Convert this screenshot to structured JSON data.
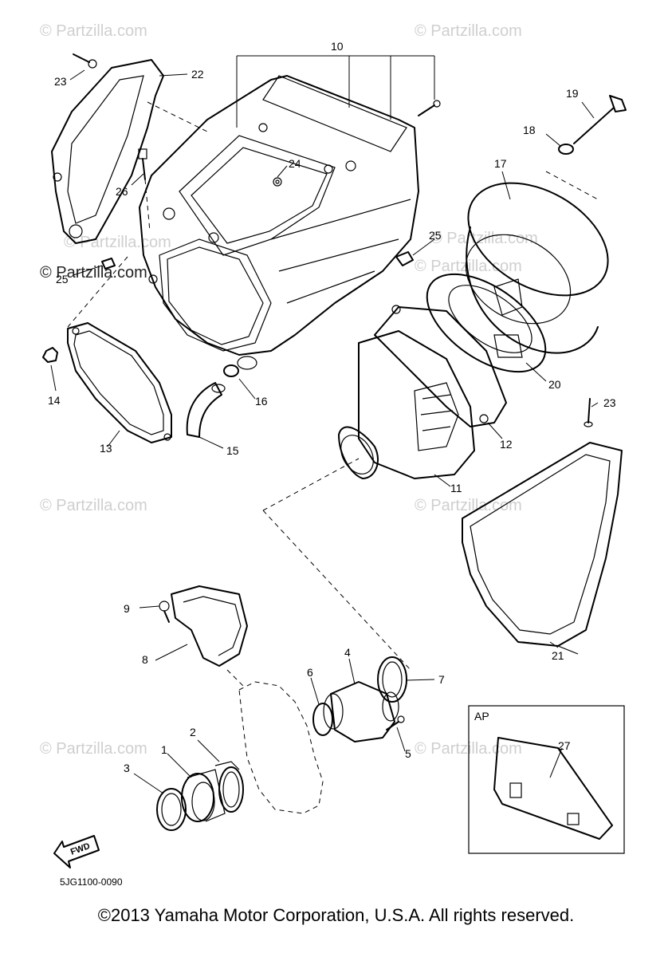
{
  "watermarks": [
    "© Partzilla.com",
    "© Partzilla.com",
    "© Partzilla.com",
    "© Partzilla.com",
    "© Partzilla.com",
    "© Partzilla.com",
    "© Partzilla.com",
    "© Partzilla.com",
    "© Partzilla.com",
    "© Partzilla.com"
  ],
  "callouts": {
    "c1": "1",
    "c2": "2",
    "c3": "3",
    "c4": "4",
    "c5": "5",
    "c6": "6",
    "c7": "7",
    "c8": "8",
    "c9": "9",
    "c10": "10",
    "c11": "11",
    "c12": "12",
    "c13": "13",
    "c14": "14",
    "c15": "15",
    "c16": "16",
    "c17": "17",
    "c18": "18",
    "c19": "19",
    "c20": "20",
    "c21": "21",
    "c22": "22",
    "c23a": "23",
    "c23b": "23",
    "c24": "24",
    "c25a": "25",
    "c25b": "25",
    "c26": "26",
    "c27": "27"
  },
  "inset_label": "AP",
  "fwd_label": "FWD",
  "diagram_code": "5JG1100-0090",
  "footer": "©2013 Yamaha Motor Corporation, U.S.A. All rights reserved."
}
